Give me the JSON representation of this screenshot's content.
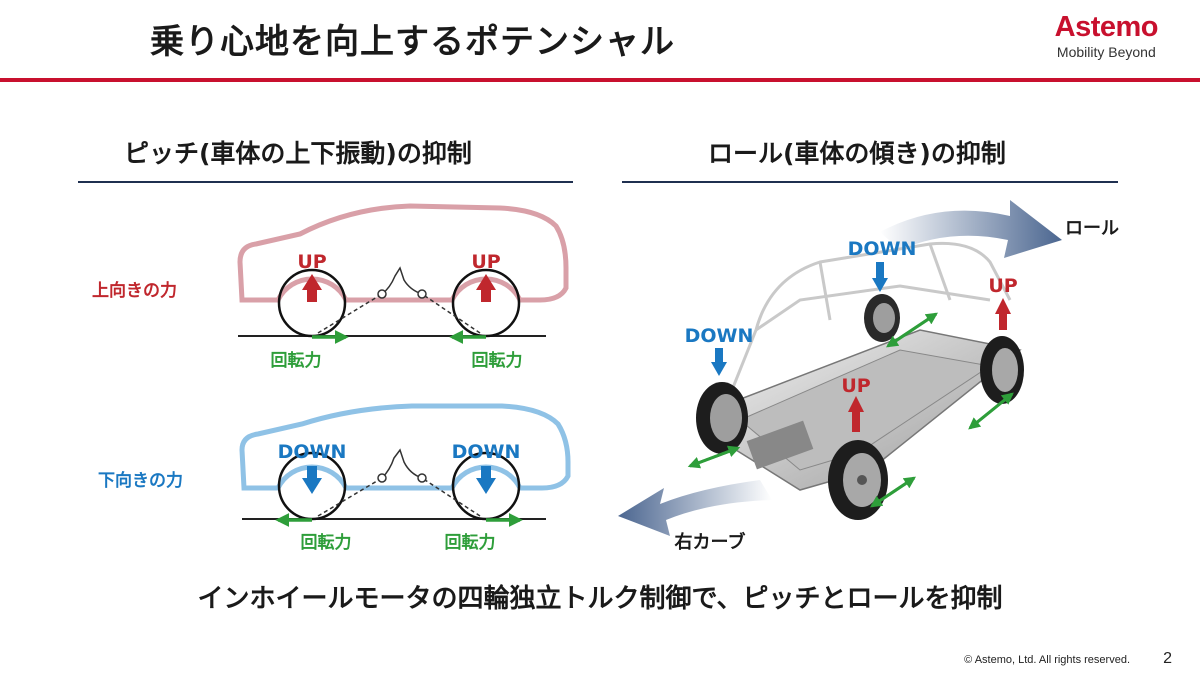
{
  "slide": {
    "title": "乗り心地を向上するポテンシャル",
    "logo_name": "Astemo",
    "logo_tagline": "Mobility Beyond",
    "accent_color": "#c8102e"
  },
  "pitch": {
    "title": "ピッチ(車体の上下振動)の抑制",
    "upper": {
      "side_label": "上向きの力",
      "front_arrow": "UP",
      "rear_arrow": "UP",
      "front_torque": "回転力",
      "rear_torque": "回転力",
      "body_color": "#d9a0a8",
      "arrow_color": "#c0272d"
    },
    "lower": {
      "side_label": "下向きの力",
      "front_arrow": "DOWN",
      "rear_arrow": "DOWN",
      "front_torque": "回転力",
      "rear_torque": "回転力",
      "body_color": "#8fc2e6",
      "arrow_color": "#1a78c2"
    },
    "torque_color": "#2e9e3a"
  },
  "roll": {
    "title": "ロール(車体の傾き)の抑制",
    "roll_label": "ロール",
    "curve_label": "右カーブ",
    "labels": {
      "rear_left": "DOWN",
      "front_left": "DOWN",
      "rear_right": "UP",
      "front_right": "UP"
    }
  },
  "summary": "インホイールモータの四輪独立トルク制御で、ピッチとロールを抑制",
  "footer": {
    "copyright": "© Astemo, Ltd. All rights reserved.",
    "page_number": "2"
  }
}
